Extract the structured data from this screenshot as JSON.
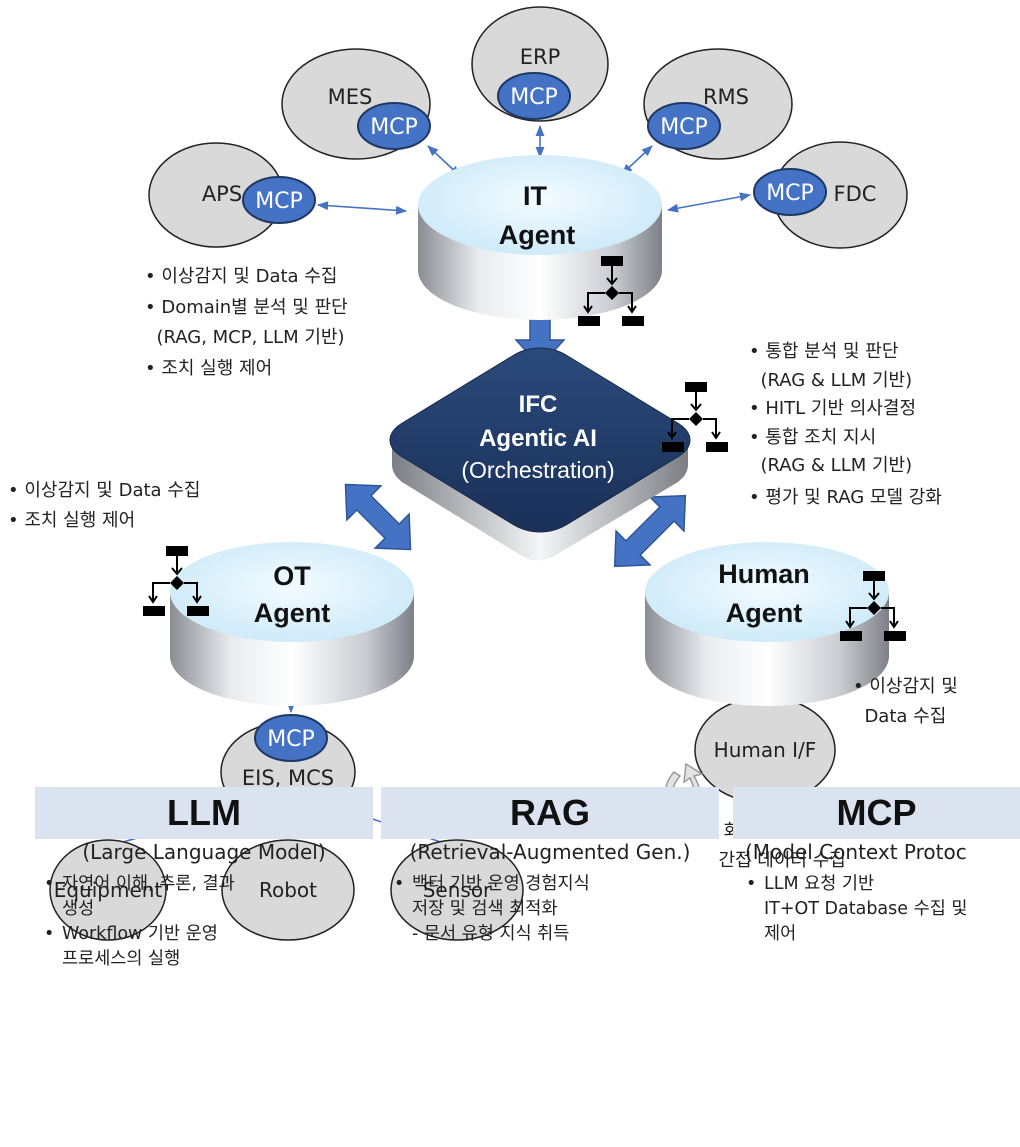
{
  "agents": {
    "it": {
      "line1": "IT",
      "line2": "Agent"
    },
    "ot": {
      "line1": "OT",
      "line2": "Agent"
    },
    "human": {
      "line1": "Human",
      "line2": "Agent"
    }
  },
  "ifc": {
    "line1": "IFC",
    "line2": "Agentic AI",
    "line3": "(Orchestration)"
  },
  "systems": {
    "mes": "MES",
    "erp": "ERP",
    "rms": "RMS",
    "aps": "APS",
    "fdc": "FDC",
    "eis_mcs": "EIS, MCS",
    "human_if": "Human I/F",
    "equipment": "Equipment",
    "robot": "Robot",
    "sensor": "Sensor"
  },
  "mcp_badge": "MCP",
  "notes": {
    "it": [
      "• 이상감지 및 Data 수집",
      "• Domain별 분석 및 판단",
      "  (RAG, MCP, LLM 기반)",
      "• 조치 실행 제어"
    ],
    "ifc": [
      "• 통합 분석 및 판단",
      "  (RAG & LLM 기반)",
      "• HITL 기반 의사결정",
      "• 통합 조치 지시",
      "  (RAG & LLM 기반)",
      "• 평가 및 RAG 모델 강화"
    ],
    "ot": [
      "• 이상감지 및 Data 수집",
      "• 조치 실행 제어"
    ],
    "human": [
      "• 이상감지 및",
      "  Data 수집"
    ],
    "human_if": [
      "• 회색지대 영역의",
      "  간접 데이터 수집"
    ]
  },
  "legend": [
    {
      "title": "LLM",
      "subtitle": "(Large Language Model)",
      "bullets": [
        "자연어 이해, 추론, 결과\n생성",
        "Workflow 기반 운영\n프로세스의 실행"
      ]
    },
    {
      "title": "RAG",
      "subtitle": "(Retrieval-Augmented Gen.)",
      "bullets": [
        "백터 기반 운영 경험지식\n저장 및 검색 최적화\n- 문서 유형 지식 취득"
      ]
    },
    {
      "title": "MCP",
      "subtitle": "(Model Context Protoc",
      "bullets": [
        "LLM 요청 기반\nIT+OT Database 수집 및\n제어"
      ]
    }
  ],
  "colors": {
    "agent_fill": "#d9f0fb",
    "ifc_fill": "#1f3864",
    "system_fill": "#d9d9d9",
    "mcp_fill": "#4472c4",
    "arrow": "#4472c4",
    "legend_bg": "#dbe3f1"
  }
}
